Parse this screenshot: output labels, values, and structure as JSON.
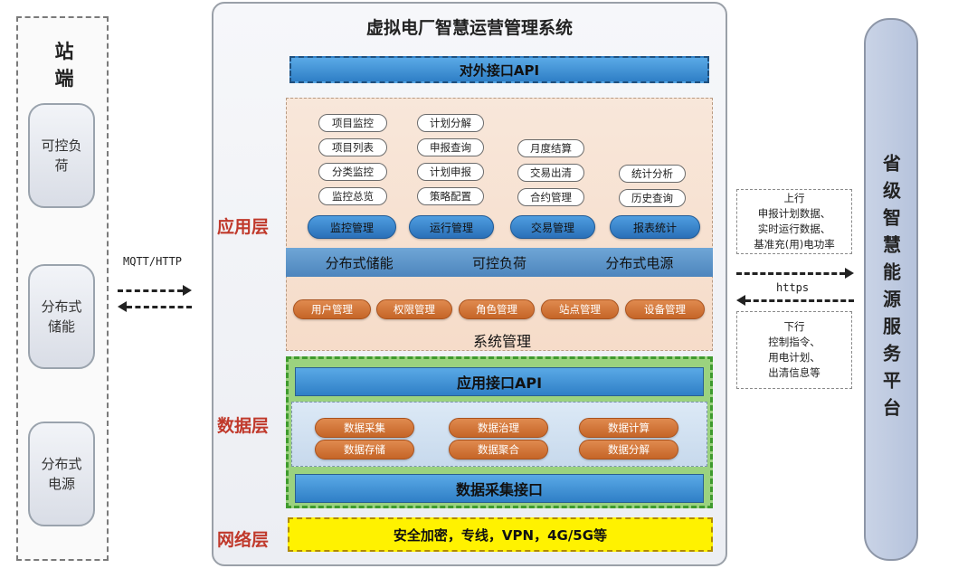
{
  "station": {
    "title": "站\n端",
    "devices": [
      "可控负荷",
      "分布式储能",
      "分布式电源"
    ]
  },
  "protocol_left": "MQTT/HTTP",
  "system": {
    "title": "虚拟电厂智慧运营管理系统",
    "external_api": "对外接口API",
    "layers": {
      "app": "应用层",
      "data": "数据层",
      "network": "网络层"
    },
    "app_columns": [
      {
        "items": [
          "项目监控",
          "项目列表",
          "分类监控",
          "监控总览"
        ],
        "module": "监控管理"
      },
      {
        "items": [
          "计划分解",
          "申报查询",
          "计划申报",
          "策略配置"
        ],
        "module": "运行管理"
      },
      {
        "items": [
          "月度结算",
          "交易出清",
          "合约管理"
        ],
        "module": "交易管理"
      },
      {
        "items": [
          "统计分析",
          "历史查询"
        ],
        "module": "报表统计"
      }
    ],
    "resource_band": [
      "分布式储能",
      "可控负荷",
      "分布式电源"
    ],
    "sys_mgmt_items": [
      "用户管理",
      "权限管理",
      "角色管理",
      "站点管理",
      "设备管理"
    ],
    "sys_mgmt_label": "系统管理",
    "app_api": "应用接口API",
    "data_items": [
      "数据采集",
      "数据治理",
      "数据计算",
      "数据存储",
      "数据聚合",
      "数据分解"
    ],
    "data_collect_api": "数据采集接口",
    "network_text": "安全加密，专线，VPN，4G/5G等"
  },
  "protocol_right": "https",
  "uplink": {
    "title": "上行",
    "lines": [
      "申报计划数据、",
      "实时运行数据、",
      "基准充(用)电功率"
    ]
  },
  "downlink": {
    "title": "下行",
    "lines": [
      "控制指令、",
      "用电计划、",
      "出清信息等"
    ]
  },
  "province": "省级智慧能源服务平台",
  "colors": {
    "layer_label": "#c0392b",
    "api_blue": "#2f7fc6",
    "app_bg": "#f6dcc9",
    "data_green": "#9bd27f",
    "network_yellow": "#fff200",
    "orange_pill": "#c56527"
  }
}
